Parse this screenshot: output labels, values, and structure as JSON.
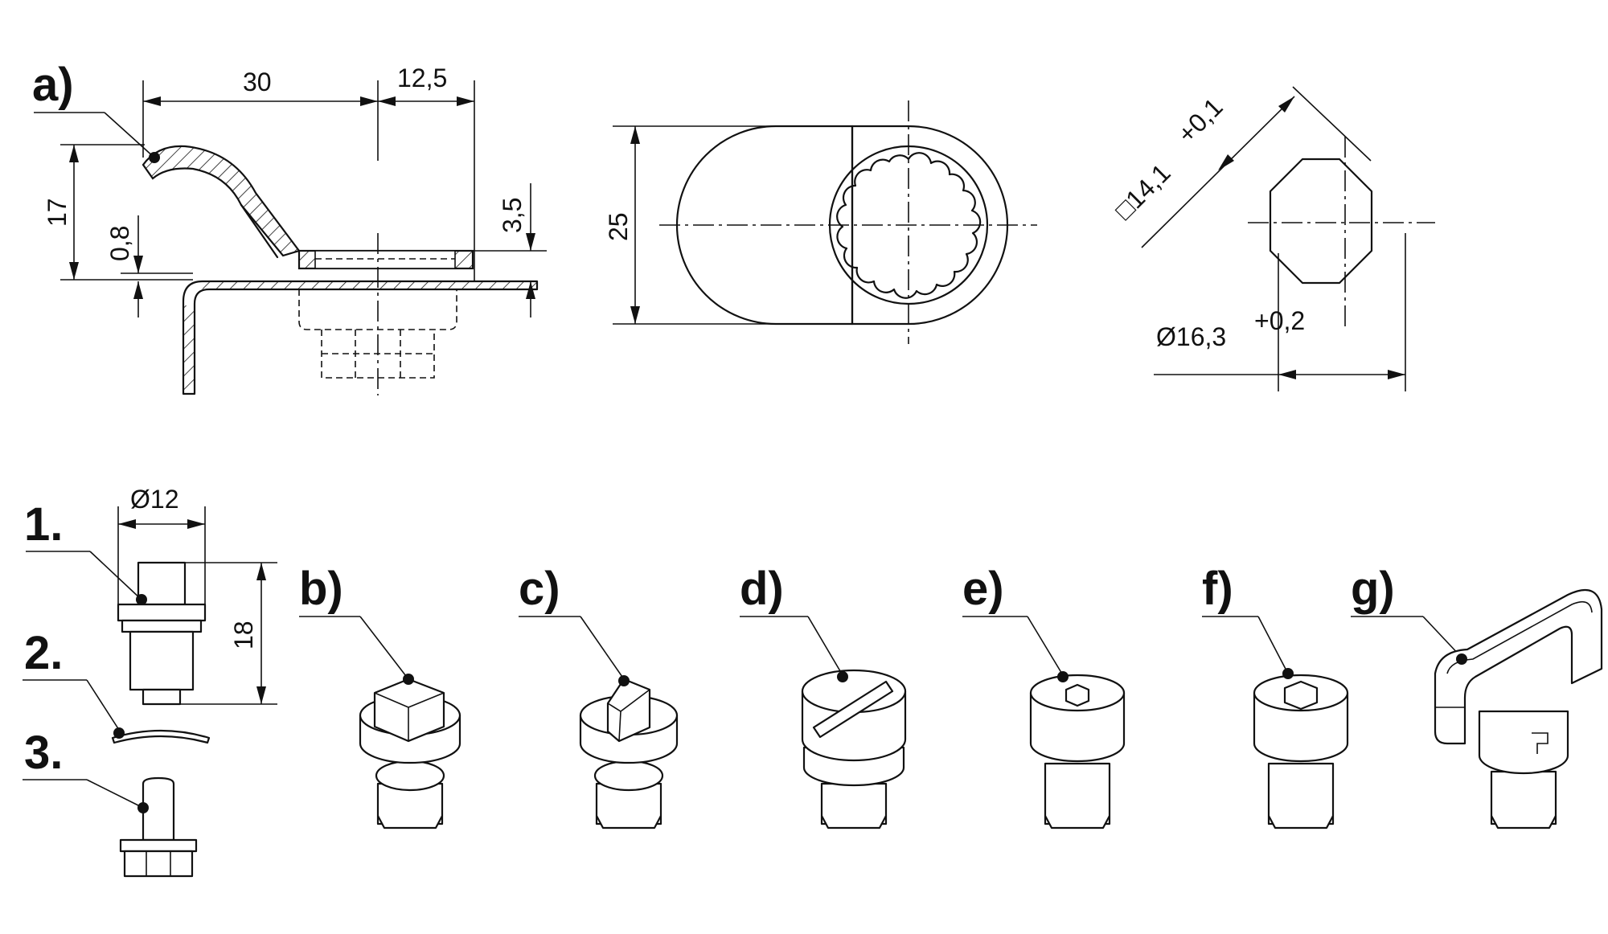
{
  "labels": {
    "a": "a)",
    "b": "b)",
    "c": "c)",
    "d": "d)",
    "e": "e)",
    "f": "f)",
    "g": "g)",
    "n1": "1.",
    "n2": "2.",
    "n3": "3."
  },
  "dimensions": {
    "d30": "30",
    "d12_5": "12,5",
    "d17": "17",
    "d0_8": "0,8",
    "d3_5": "3,5",
    "d25": "25",
    "sq14_1": "□14,1",
    "tol_0_1": "+0,1",
    "dia16_3": "Ø16,3",
    "tol_0_2": "+0,2",
    "dia12": "Ø12",
    "d18": "18"
  }
}
